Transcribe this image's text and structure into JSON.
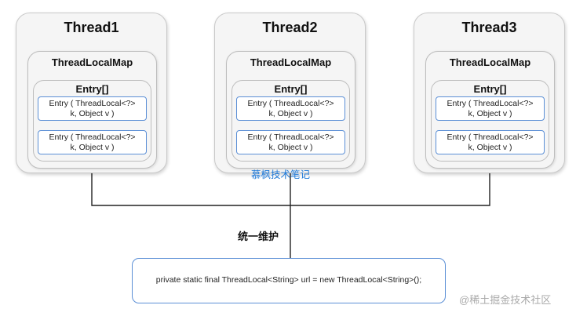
{
  "threads": [
    {
      "title": "Thread1",
      "map_title": "ThreadLocalMap",
      "entry_title": "Entry[]",
      "entries": [
        {
          "line1": "Entry ( ThreadLocal<?>",
          "line2": "k, Object v )"
        },
        {
          "line1": "Entry ( ThreadLocal<?>",
          "line2": "k, Object v )"
        }
      ]
    },
    {
      "title": "Thread2",
      "map_title": "ThreadLocalMap",
      "entry_title": "Entry[]",
      "entries": [
        {
          "line1": "Entry ( ThreadLocal<?>",
          "line2": "k, Object v )"
        },
        {
          "line1": "Entry ( ThreadLocal<?>",
          "line2": "k, Object v )"
        }
      ]
    },
    {
      "title": "Thread3",
      "map_title": "ThreadLocalMap",
      "entry_title": "Entry[]",
      "entries": [
        {
          "line1": "Entry ( ThreadLocal<?>",
          "line2": "k, Object v )"
        },
        {
          "line1": "Entry ( ThreadLocal<?>",
          "line2": "k, Object v )"
        }
      ]
    }
  ],
  "maintain_label": "统一维护",
  "code_line": "private static final ThreadLocal<String> url = new ThreadLocal<String>();",
  "watermark_blue": "慕枫技术笔记",
  "watermark_gray": "@稀土掘金技术社区",
  "colors": {
    "entry_border": "#5b8fd6",
    "watermark_blue": "#1f7ad9",
    "connector": "#222222"
  }
}
